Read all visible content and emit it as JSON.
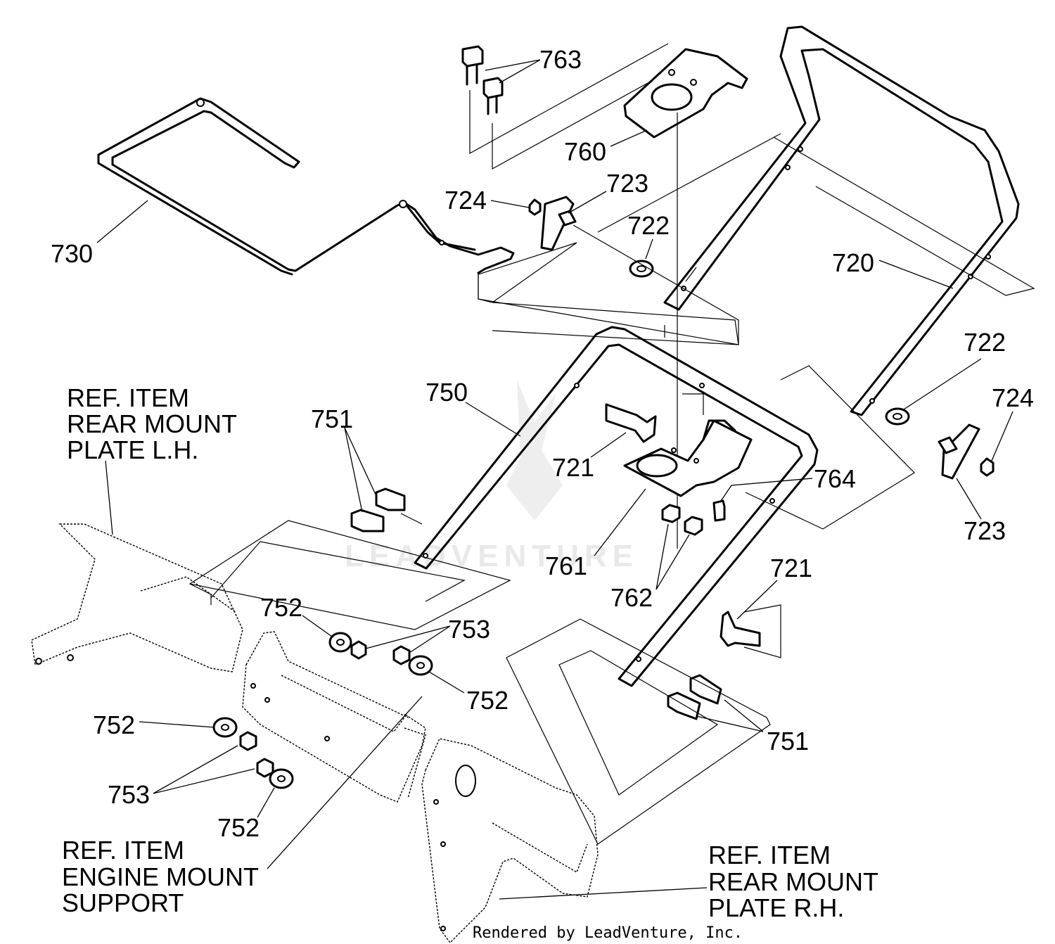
{
  "diagram": {
    "callouts": {
      "c730": "730",
      "c763": "763",
      "c760": "760",
      "c724a": "724",
      "c723a": "723",
      "c722a": "722",
      "c720": "720",
      "c722b": "722",
      "c724b": "724",
      "c723b": "723",
      "c750": "750",
      "c751a": "751",
      "c721a": "721",
      "c764": "764",
      "c761": "761",
      "c762": "762",
      "c721b": "721",
      "c752a": "752",
      "c753a": "753",
      "c752b": "752",
      "c752c": "752",
      "c753b": "753",
      "c752d": "752",
      "c751b": "751"
    },
    "ref_lh": [
      "REF. ITEM",
      "REAR MOUNT",
      "PLATE L.H."
    ],
    "ref_engine": [
      "REF. ITEM",
      "ENGINE MOUNT",
      "SUPPORT"
    ],
    "ref_rh": [
      "REF. ITEM",
      "REAR MOUNT",
      "PLATE R.H."
    ],
    "watermark": "LEADVENTURE",
    "credit": "Rendered by LeadVenture, Inc."
  }
}
